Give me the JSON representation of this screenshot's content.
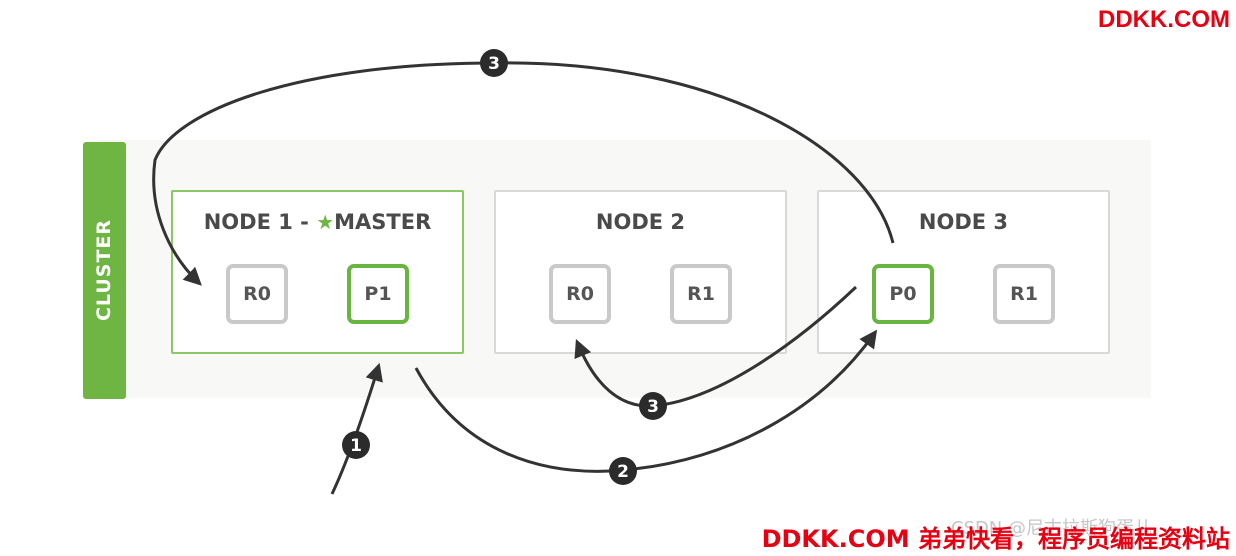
{
  "watermark": {
    "top": "DDKK.COM",
    "bottom": "DDKK.COM 弟弟快看，程序员编程资料站",
    "csdn": "CSDN @尼古拉斯狗蛋儿"
  },
  "cluster": {
    "label": "CLUSTER"
  },
  "nodes": [
    {
      "title": "NODE 1 - ",
      "master_label": "MASTER",
      "shards": [
        {
          "name": "R0",
          "primary": false
        },
        {
          "name": "P1",
          "primary": true
        }
      ]
    },
    {
      "title": "NODE 2",
      "shards": [
        {
          "name": "R0",
          "primary": false
        },
        {
          "name": "R1",
          "primary": false
        }
      ]
    },
    {
      "title": "NODE 3",
      "shards": [
        {
          "name": "P0",
          "primary": true
        },
        {
          "name": "R1",
          "primary": false
        }
      ]
    }
  ],
  "steps": [
    "1",
    "2",
    "3",
    "3"
  ],
  "colors": {
    "primary": "#68b540",
    "replica": "#c9c9c9",
    "cluster": "#6fb544",
    "arrow": "#333333",
    "watermark": "#e60012"
  }
}
